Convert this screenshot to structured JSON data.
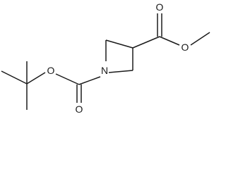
{
  "molecule": {
    "atoms": {
      "nitrogen": "N",
      "ester_ether_oxygen": "O",
      "ester_carbonyl_oxygen": "O",
      "carbamate_carbonyl_oxygen": "O",
      "carbamate_ether_oxygen": "O"
    }
  },
  "colors": {
    "ink": "#1a1a1a",
    "background": "#ffffff"
  }
}
